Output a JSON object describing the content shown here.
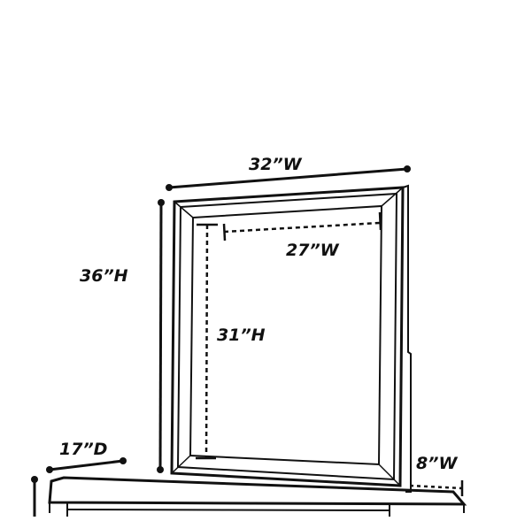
{
  "diagram": {
    "stroke_color": "#111111",
    "background": "#ffffff",
    "labels": {
      "overall_width": "32”W",
      "overall_height": "36”H",
      "glass_width": "27”W",
      "glass_height": "31”H",
      "dresser_depth": "17”D",
      "support_width": "8”W"
    }
  }
}
